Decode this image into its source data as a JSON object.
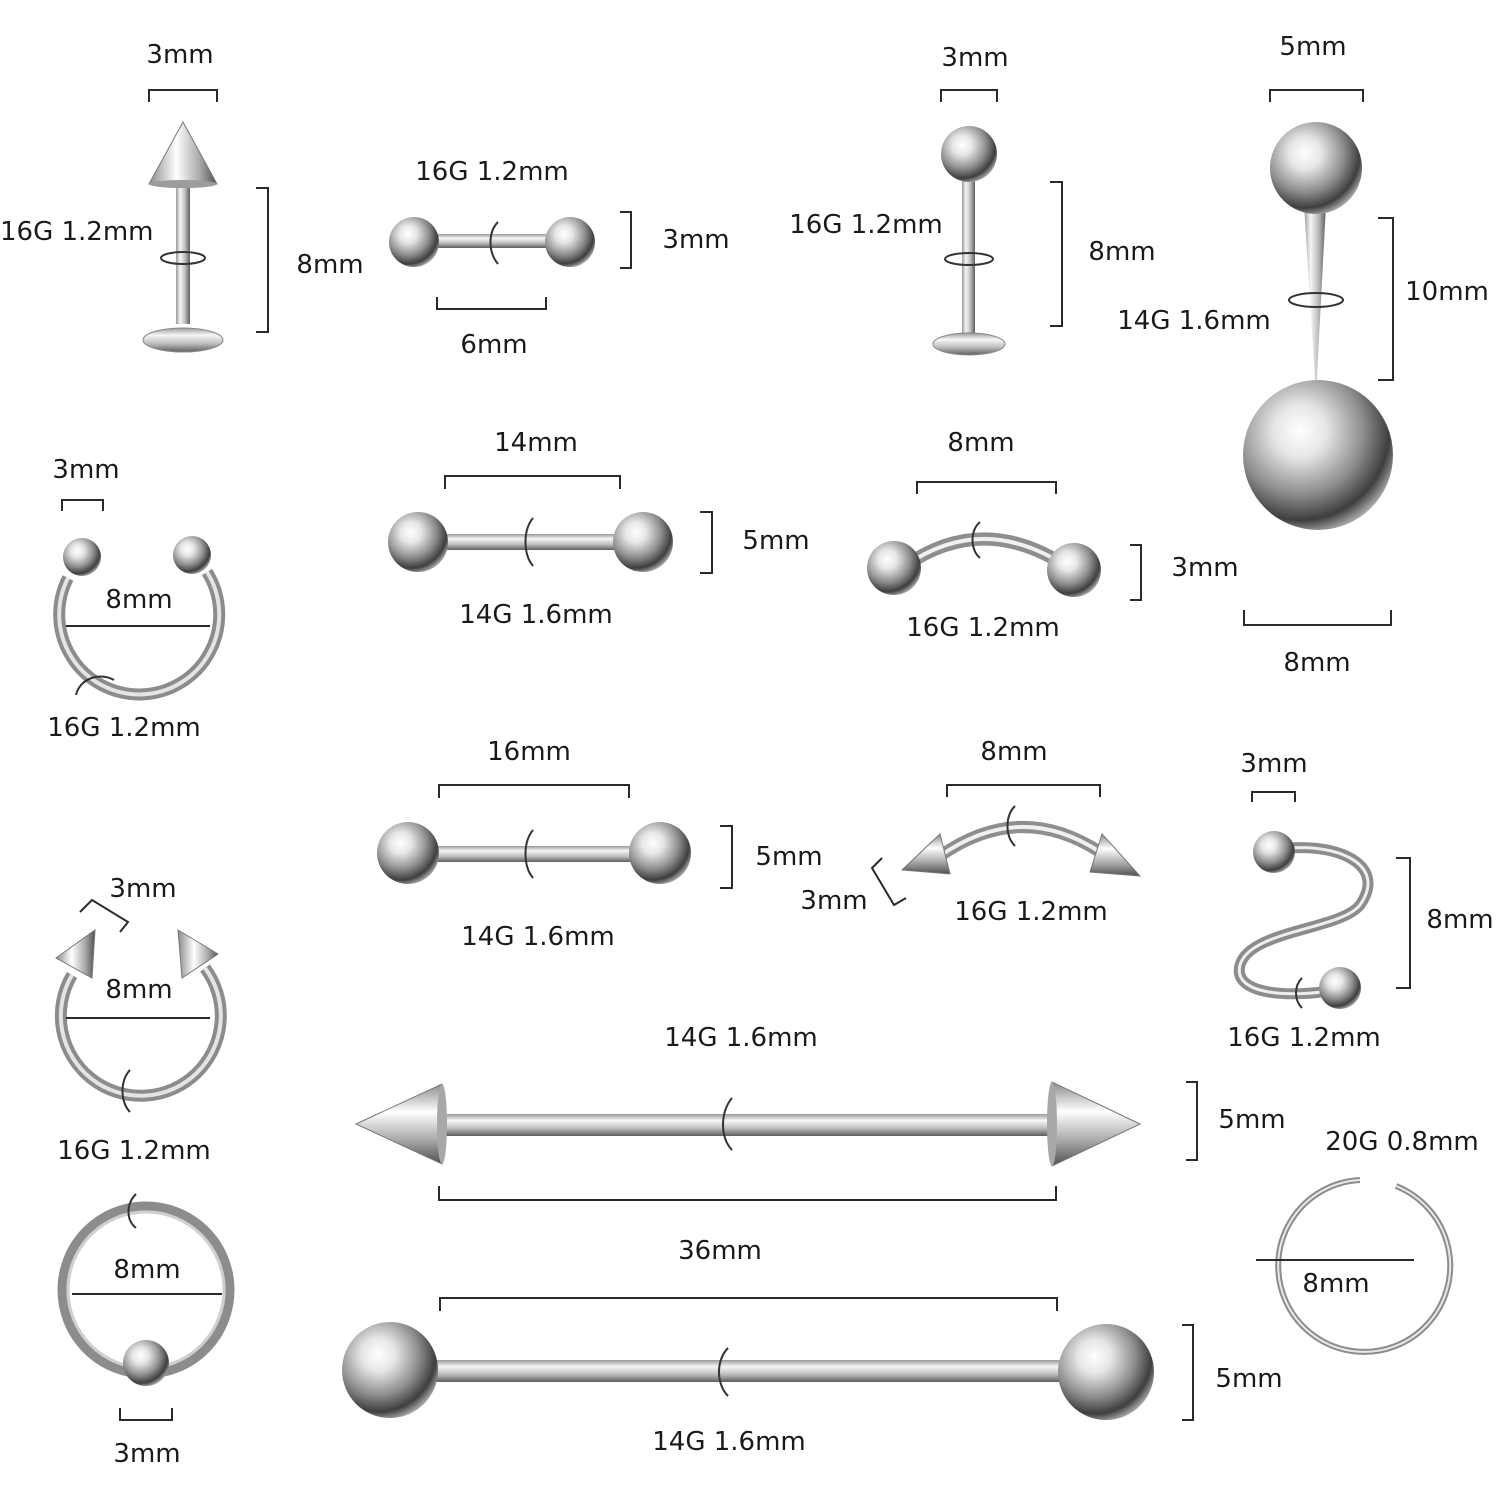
{
  "colors": {
    "metal_light": "#f4f4f4",
    "metal_mid": "#b8b8b8",
    "metal_dark": "#4a4a4a",
    "dimension_line": "#2a2a2a",
    "text": "#1a1a1a",
    "background": "#ffffff"
  },
  "items": {
    "labret_spike": {
      "top": "3mm",
      "gauge": "16G 1.2mm",
      "length": "8mm"
    },
    "mini_barbell": {
      "gauge": "16G 1.2mm",
      "ball": "3mm",
      "length": "6mm"
    },
    "labret_ball": {
      "top": "3mm",
      "gauge": "16G 1.2mm",
      "length": "8mm"
    },
    "belly_ring": {
      "top": "5mm",
      "length": "10mm",
      "gauge": "14G 1.6mm",
      "ball": "8mm"
    },
    "horseshoe_ball": {
      "ball": "3mm",
      "diameter": "8mm",
      "gauge": "16G 1.2mm"
    },
    "barbell_14": {
      "length": "14mm",
      "ball": "5mm",
      "gauge": "14G 1.6mm"
    },
    "curved_ball": {
      "length": "8mm",
      "ball": "3mm",
      "gauge": "16G 1.2mm"
    },
    "barbell_16": {
      "length": "16mm",
      "ball": "5mm",
      "gauge": "14G 1.6mm"
    },
    "curved_spike": {
      "length": "8mm",
      "spike": "3mm",
      "gauge": "16G 1.2mm"
    },
    "spiral": {
      "ball": "3mm",
      "height": "8mm",
      "gauge": "16G 1.2mm"
    },
    "horseshoe_spike": {
      "spike": "3mm",
      "diameter": "8mm",
      "gauge": "16G 1.2mm"
    },
    "industrial_spike": {
      "gauge": "14G 1.6mm",
      "end": "5mm",
      "length": "36mm"
    },
    "industrial_ball": {
      "gauge": "14G 1.6mm",
      "end": "5mm"
    },
    "captive_ring": {
      "diameter": "8mm",
      "ball": "3mm"
    },
    "nose_ring": {
      "gauge": "20G 0.8mm",
      "diameter": "8mm"
    }
  }
}
